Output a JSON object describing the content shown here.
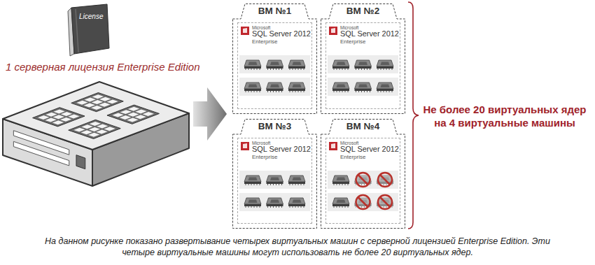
{
  "diagram": {
    "caption": "На данном рисунке показано развертывание четырех виртуальных машин с серверной лицензией Enterprise Edition. Эти четыре виртуальные машины могут использовать не более 20 виртуальных ядер.",
    "nodes": [
      {
        "text": [
          "License"
        ]
      },
      {
        "text": [
          "ВМ №1"
        ]
      },
      {
        "text": [
          "Microsoft",
          "SQL Server 2012",
          "Enterprise"
        ],
        "in": 1
      },
      {
        "text": [
          "ВМ №2"
        ]
      },
      {
        "text": [
          "Microsoft",
          "SQL Server 2012",
          "Enterprise"
        ],
        "in": 3
      },
      {
        "text": [
          "ВМ №3"
        ]
      },
      {
        "text": [
          "Microsoft",
          "SQL Server 2012",
          "Enterprise"
        ],
        "in": 5
      },
      {
        "text": [
          "ВМ №4"
        ]
      },
      {
        "text": [
          "Microsoft",
          "SQL Server 2012",
          "Enterprise"
        ],
        "in": 7
      }
    ],
    "labels": [
      "1 серверная лицензия Enterprise Edition",
      "Не более 20 виртуальных ядер на 4 виртуальные машины"
    ]
  }
}
